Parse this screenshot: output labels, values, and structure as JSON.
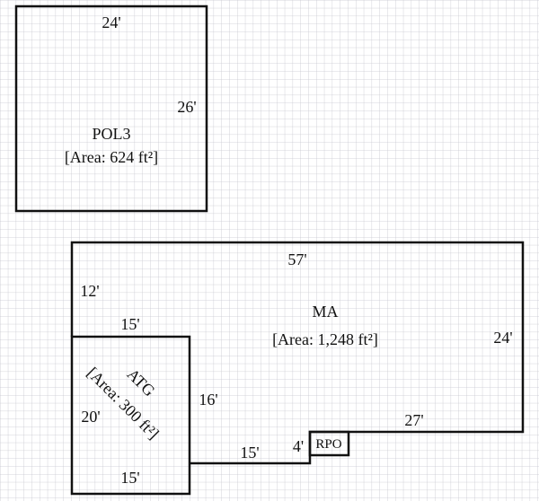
{
  "sketch": {
    "grid_color": "#c8c8d0",
    "line_color": "#111111",
    "areas": {
      "pol3": {
        "name": "POL3",
        "area_label": "[Area: 624 ft²]",
        "dims": {
          "top": "24'",
          "right": "26'"
        }
      },
      "ma": {
        "name": "MA",
        "area_label": "[Area: 1,248 ft²]",
        "dims": {
          "top": "57'",
          "left": "12'",
          "right": "24'",
          "bottom_right": "27'",
          "step": "4'",
          "bottom_mid": "15'"
        }
      },
      "atg": {
        "name": "ATG",
        "area_label": "[Area: 300 ft²]",
        "dims": {
          "top": "15'",
          "left": "20'",
          "right": "16'",
          "bottom": "15'"
        }
      },
      "rpo": {
        "name": "RPO"
      }
    }
  }
}
